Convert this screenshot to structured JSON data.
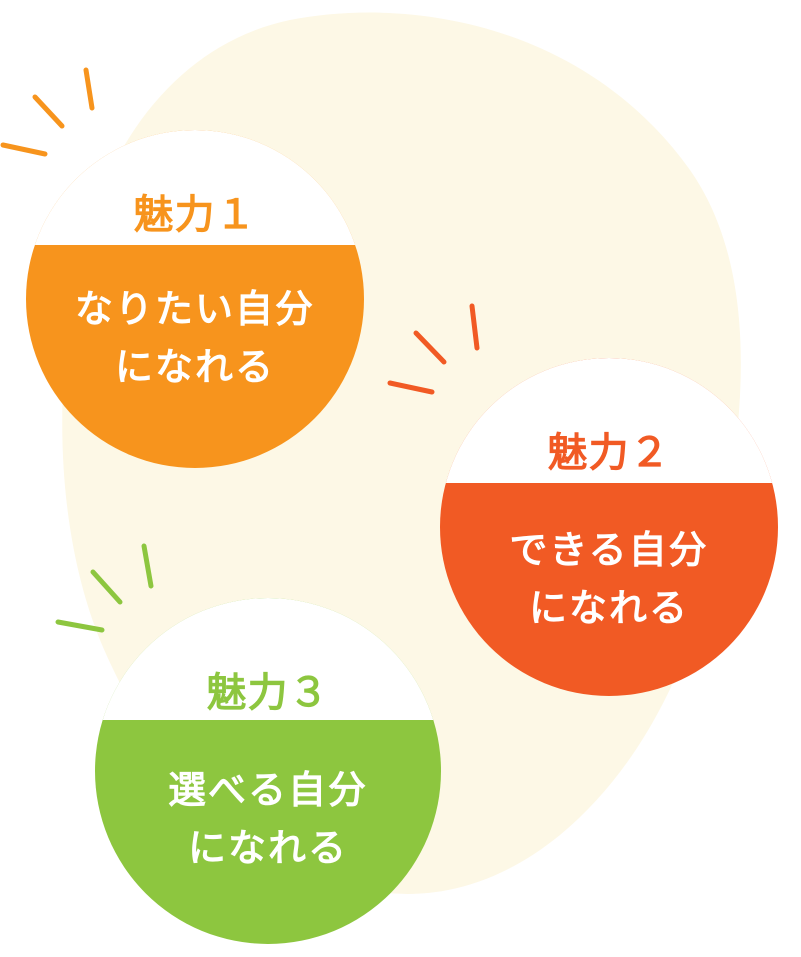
{
  "colors": {
    "background_blob": "#fdf8e6",
    "orange": "#f7941d",
    "red_orange": "#f15a24",
    "green": "#8dc63f",
    "white": "#ffffff"
  },
  "badges": [
    {
      "label": "魅力１",
      "line1": "なりたい自分",
      "line2": "になれる",
      "color": "#f7941d"
    },
    {
      "label": "魅力２",
      "line1": "できる自分",
      "line2": "になれる",
      "color": "#f15a24"
    },
    {
      "label": "魅力３",
      "line1": "選べる自分",
      "line2": "になれる",
      "color": "#8dc63f"
    }
  ]
}
